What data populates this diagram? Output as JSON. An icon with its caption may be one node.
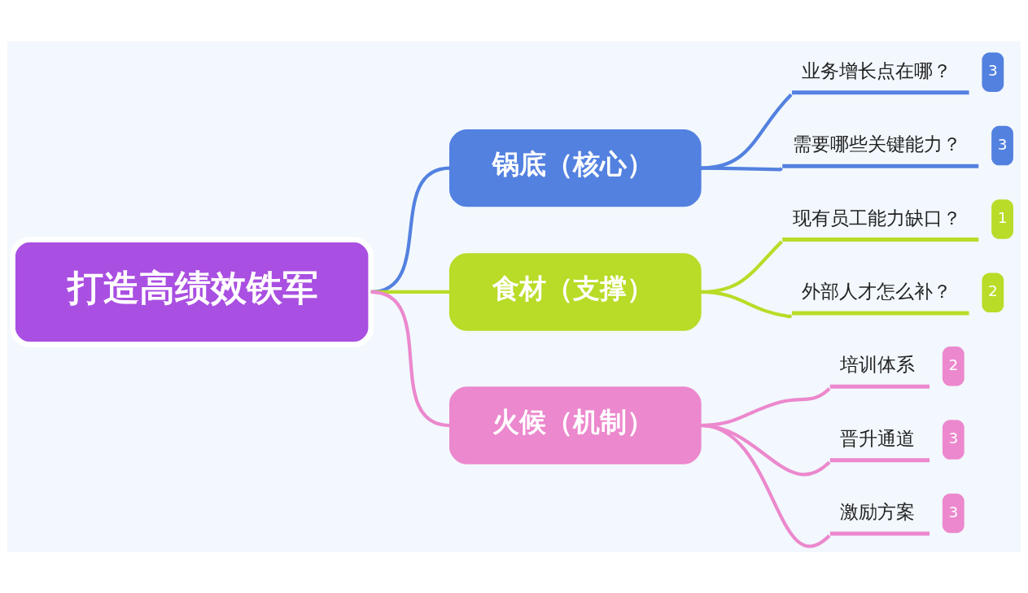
{
  "diagram": {
    "nodes": [
      {
        "text": [
          "打造高绩效铁军"
        ]
      },
      {
        "text": [
          "锅底（核心）"
        ]
      },
      {
        "text": [
          "业务增长点在哪？",
          "3"
        ]
      },
      {
        "text": [
          "需要哪些关键能力？",
          "3"
        ]
      },
      {
        "text": [
          "食材（支撑）"
        ]
      },
      {
        "text": [
          "现有员工能力缺口？",
          "1"
        ]
      },
      {
        "text": [
          "外部人才怎么补？",
          "2"
        ]
      },
      {
        "text": [
          "火候（机制）"
        ]
      },
      {
        "text": [
          "培训体系",
          "2"
        ]
      },
      {
        "text": [
          "晋升通道",
          "3"
        ]
      },
      {
        "text": [
          "激励方案",
          "3"
        ]
      }
    ],
    "edges": [
      {
        "from": 0,
        "to": 1,
        "arrow": "none",
        "color": "#5381e0"
      },
      {
        "from": 1,
        "to": 2,
        "arrow": "none",
        "color": "#5381e0"
      },
      {
        "from": 1,
        "to": 3,
        "arrow": "none",
        "color": "#5381e0"
      },
      {
        "from": 0,
        "to": 4,
        "arrow": "none",
        "color": "#b8dc27"
      },
      {
        "from": 4,
        "to": 5,
        "arrow": "none",
        "color": "#b8dc27"
      },
      {
        "from": 4,
        "to": 6,
        "arrow": "none",
        "color": "#b8dc27"
      },
      {
        "from": 0,
        "to": 7,
        "arrow": "none"
      },
      {
        "from": 7,
        "to": 8,
        "arrow": "none"
      },
      {
        "from": 7,
        "to": 9,
        "arrow": "none"
      },
      {
        "from": 7,
        "to": 10,
        "arrow": "none"
      }
    ]
  }
}
